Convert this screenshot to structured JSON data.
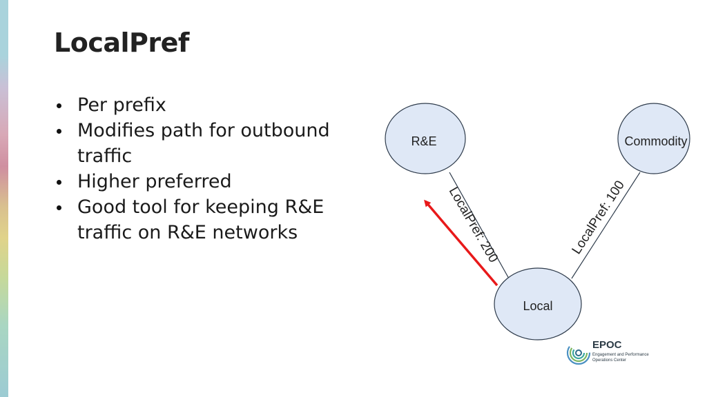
{
  "slide": {
    "title": "LocalPref",
    "bullets": [
      {
        "label": "Per prefix"
      },
      {
        "label": "Modifies path for outbound traffic"
      },
      {
        "label": "Higher preferred"
      },
      {
        "label": "Good tool for keeping R&E traffic on R&E networks"
      }
    ]
  },
  "diagram": {
    "nodes": {
      "re": "R&E",
      "commodity": "Commodity",
      "local": "Local"
    },
    "edges": {
      "local_re": "LocalPref: 200",
      "local_commodity": "LocalPref: 100"
    },
    "colors": {
      "node_fill": "#dfe8f6",
      "node_stroke": "#2d3a4a",
      "arrow": "#e8191a"
    }
  },
  "logo": {
    "name": "EPOC",
    "subtitle_line1": "Engagement and Performance",
    "subtitle_line2": "Operations Center"
  }
}
